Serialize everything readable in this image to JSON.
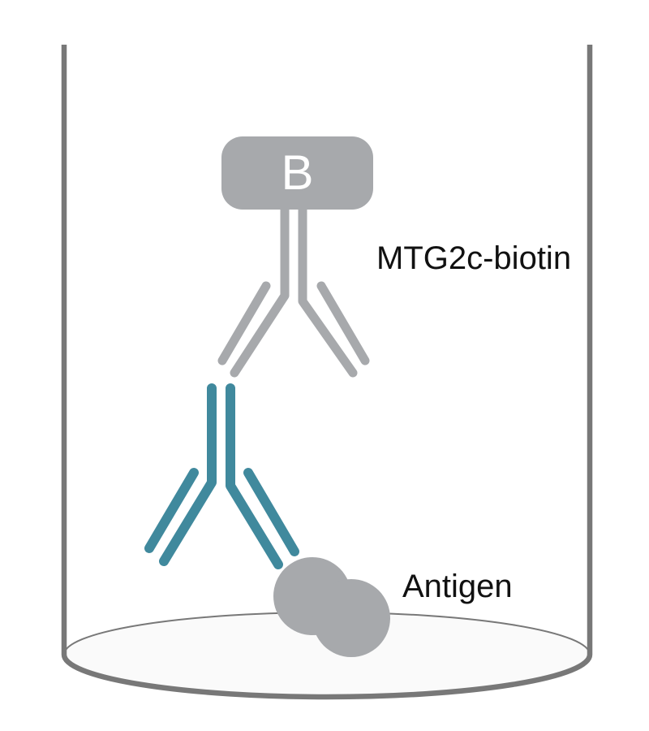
{
  "figure": {
    "type": "assay-schematic",
    "labels": {
      "biotin_tag": "B",
      "detection_antibody": "MTG2c-biotin",
      "antigen": "Antigen"
    },
    "colors": {
      "antibody_gray": "#a7a9ac",
      "capture_teal": "#40899d",
      "well_outline": "#787878",
      "well_fill": "#fafafa",
      "label_text": "#111111",
      "biotin_label_text": "#ffffff"
    },
    "elements": [
      {
        "name": "well"
      },
      {
        "name": "biotin-tag",
        "label": "B"
      },
      {
        "name": "mtg2c-biotin-antibody"
      },
      {
        "name": "capture-antibody"
      },
      {
        "name": "antigen"
      }
    ]
  }
}
